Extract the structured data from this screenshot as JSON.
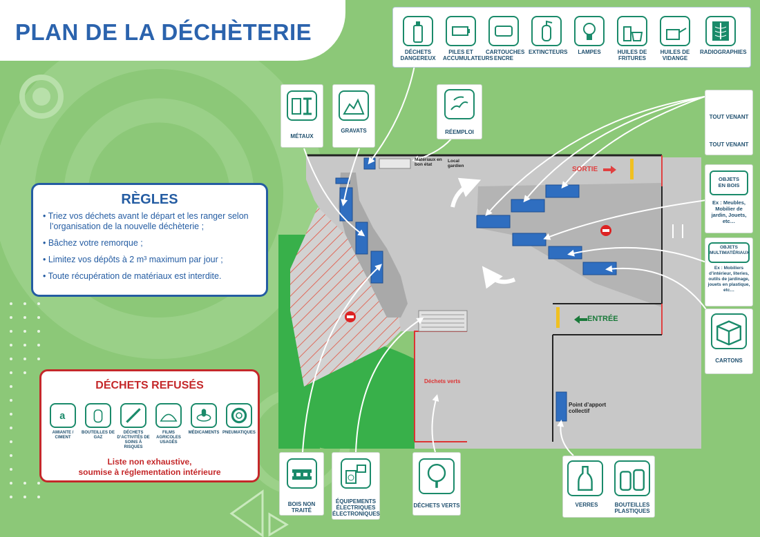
{
  "title": "PLAN DE LA DÉCHÈTERIE",
  "header_items": [
    {
      "icon": "spray-can-icon",
      "label": "DÉCHETS DANGEREUX"
    },
    {
      "icon": "battery-icon",
      "label": "PILES ET ACCUMULATEURS"
    },
    {
      "icon": "ink-cartridge-icon",
      "label": "CARTOUCHES ENCRE"
    },
    {
      "icon": "extinguisher-icon",
      "label": "EXTINCTEURS"
    },
    {
      "icon": "lamp-icon",
      "label": "LAMPES"
    },
    {
      "icon": "frying-oil-icon",
      "label": "HUILES DE FRITURES"
    },
    {
      "icon": "oil-can-icon",
      "label": "HUILES DE VIDANGE"
    },
    {
      "icon": "xray-icon",
      "label": "RADIOGRAPHIES"
    }
  ],
  "rules": {
    "title": "RÈGLES",
    "items": [
      "• Triez vos déchets avant le départ et les ranger selon l’organisation de la nouvelle déchèterie ;",
      "• Bâchez votre remorque ;",
      "• Limitez vos dépôts à 2 m³ maximum par jour ;",
      "• Toute récupération de matériaux est interdite."
    ]
  },
  "refused": {
    "title": "DÉCHETS REFUSÉS",
    "items": [
      {
        "icon": "asbestos-icon",
        "label": "AMIANTE / CIMENT"
      },
      {
        "icon": "gas-bottle-icon",
        "label": "BOUTEILLES DE GAZ"
      },
      {
        "icon": "syringe-icon",
        "label": "DÉCHETS D’ACTIVITÉS DE SOINS À RISQUES"
      },
      {
        "icon": "agri-film-icon",
        "label": "FILMS AGRICOLES USAGÉS"
      },
      {
        "icon": "medicine-icon",
        "label": "MÉDICAMENTS"
      },
      {
        "icon": "tire-icon",
        "label": "PNEUMATIQUES"
      }
    ],
    "note_line1": "Liste non exhaustive,",
    "note_line2": "soumise à réglementation intérieure"
  },
  "map_items": {
    "metaux": "MÉTAUX",
    "gravats": "GRAVATS",
    "reemploi": "RÉEMPLOI",
    "tout_venant_1": "TOUT VENANT",
    "tout_venant_2": "TOUT VENANT",
    "objets_bois": "OBJETS EN BOIS",
    "objets_bois_ex": "Ex : Meubles, Mobilier de jardin, Jouets, etc…",
    "objets_multi": "OBJETS MULTIMATÉRIAUX",
    "objets_multi_ex": "Ex : Mobiliers d’intérieur, literies, outils de jardinage, jouets en plastique, etc…",
    "cartons": "CARTONS",
    "bois": "BOIS NON TRAITÉ",
    "equipements": "ÉQUIPEMENTS ÉLECTRIQUES ÉLECTRONIQUES",
    "dechets_verts": "DÉCHETS VERTS",
    "verres": "VERRES",
    "bouteilles": "BOUTEILLES PLASTIQUES"
  },
  "map_labels": {
    "materiaux": "Matériaux en bon état",
    "local": "Local gardien",
    "sortie": "SORTIE",
    "entree": "ENTRÉE",
    "dechets_verts_zone": "Déchets verts",
    "point_apport": "Point d’apport collectif"
  },
  "colors": {
    "title_blue": "#2b63ad",
    "icon_green": "#1a8a6a",
    "refused_red": "#c4282a",
    "bin_blue": "#2f6ec0",
    "background_green": "#8cc878"
  }
}
